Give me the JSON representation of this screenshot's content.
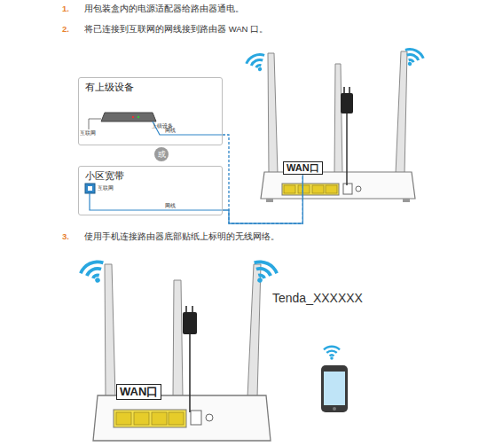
{
  "diagram": {
    "nodes": [
      {
        "text": [
          "有上级设备"
        ]
      },
      {
        "text": [
          "或"
        ]
      },
      {
        "text": [
          "小区宽带"
        ]
      },
      {
        "text": [
          "WAN口"
        ]
      },
      {
        "text": [
          "WAN口"
        ]
      }
    ],
    "edges": [
      {
        "from": 0,
        "to": 3,
        "arrow": "none"
      },
      {
        "from": 2,
        "to": 3,
        "arrow": "none"
      }
    ],
    "labels": [
      "1.",
      "用包装盒内的电源适配器给路由器通电。",
      "2.",
      "将已连接到互联网的网线接到路由器 WAN 口。",
      "上级设备",
      "互联网",
      "网线",
      "互联网",
      "网线",
      "3.",
      "使用手机连接路由器底部贴纸上标明的无线网络。",
      "Tenda_XXXXXX"
    ]
  }
}
